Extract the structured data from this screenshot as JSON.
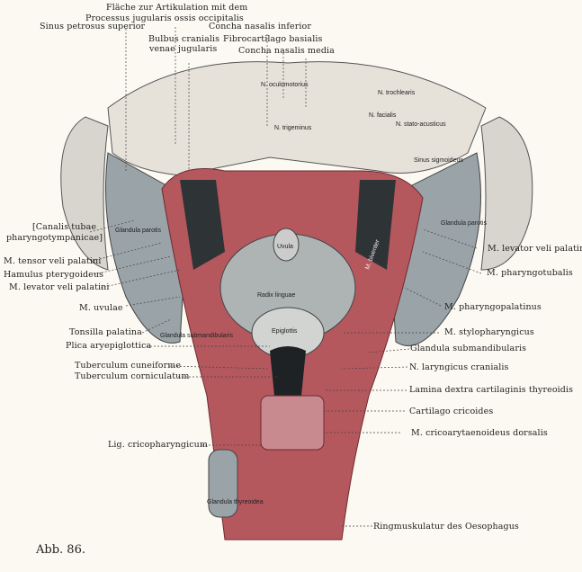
{
  "figure_label": "Abb. 86.",
  "labels_top": {
    "flaeche": "Fläche zur Artikulation mit dem",
    "processus": "Processus jugularis ossis occipitalis",
    "sinus_petrosus": "Sinus petrosus superior",
    "bulbus1": "Bulbus cranialis",
    "bulbus2": "venae jugularis",
    "concha_inf": "Concha nasalis inferior",
    "fibrocartilago": "Fibrocartilago basialis",
    "concha_med": "Concha nasalis media"
  },
  "labels_left": {
    "canalis1": "[Canalis tubae",
    "canalis2": "pharyngotympanicae]",
    "tensor": "M. tensor veli palatini",
    "hamulus": "Hamulus pterygoideus",
    "levator": "M. levator veli palatini",
    "uvulae": "M. uvulae",
    "tonsilla": "Tonsilla palatina",
    "plica": "Plica aryepiglottica",
    "cuneiforme": "Tuberculum cuneiforme",
    "corniculatum": "Tuberculum corniculatum",
    "lig": "Lig. cricopharyngicum"
  },
  "labels_right": {
    "levator": "M. levator veli palatini",
    "pharyngotubalis": "M. pharyngotubalis",
    "pharyngopalatinus": "M. pharyngopalatinus",
    "stylopharyngicus": "M. stylopharyngicus",
    "glandula": "Glandula submandibularis",
    "laryngicus": "N. laryngicus cranialis",
    "lamina": "Lamina dextra cartilaginis thyreoidis",
    "cartilago": "Cartilago cricoides",
    "cricoary": "M. cricoarytaenoideus dorsalis",
    "ring": "Ringmuskulatur des Oesophagus"
  },
  "inner_labels": {
    "oculomotorius": "N. oculomotorius",
    "trigeminus": "N. trigeminus",
    "trochlearis": "N. trochlearis",
    "facialis": "N. facialis",
    "statoacusticus": "N. stato-acusticus",
    "sinus_sigmoideus": "Sinus sigmoideus",
    "parotis_l": "Glandula parotis",
    "parotis_r": "Glandula parotis",
    "biventer": "M. biventer",
    "uvula": "Uvula",
    "radix": "Radix linguae",
    "epiglottis": "Epiglottis",
    "submand": "Glandula submandibularis",
    "thyreoidea": "Glandula thyreoidea"
  },
  "colors": {
    "muscle": "#b5585e",
    "gland": "#9aa3a8",
    "bone": "#e6e2da",
    "dark": "#2e3436"
  }
}
